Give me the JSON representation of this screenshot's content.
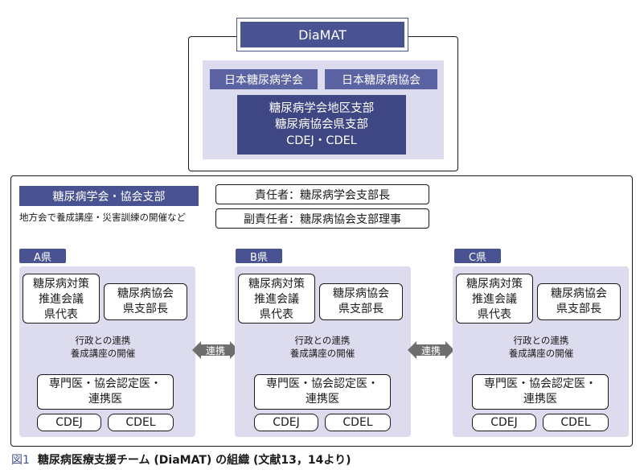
{
  "top": {
    "title": "DiaMAT",
    "society": "日本糖尿病学会",
    "association": "日本糖尿病協会",
    "branch_lines": [
      "糖尿病学会地区支部",
      "糖尿病協会県支部",
      "CDEJ・CDEL"
    ]
  },
  "branch": {
    "header": "糖尿病学会・協会支部",
    "note": "地方会で養成講座・災害訓練の開催など",
    "leader": "責任者：糖尿病学会支部長",
    "vice_leader": "副責任者：糖尿病協会支部理事"
  },
  "prefectures": [
    {
      "tag": "A県",
      "council": [
        "糖尿病対策",
        "推進会議",
        "県代表"
      ],
      "assoc_head": [
        "糖尿病協会",
        "県支部長"
      ],
      "activity": [
        "行政との連携",
        "養成講座の開催"
      ],
      "specialists": [
        "専門医・協会認定医・",
        "連携医"
      ],
      "cdej": "CDEJ",
      "cdel": "CDEL"
    },
    {
      "tag": "B県",
      "council": [
        "糖尿病対策",
        "推進会議",
        "県代表"
      ],
      "assoc_head": [
        "糖尿病協会",
        "県支部長"
      ],
      "activity": [
        "行政との連携",
        "養成講座の開催"
      ],
      "specialists": [
        "専門医・協会認定医・",
        "連携医"
      ],
      "cdej": "CDEJ",
      "cdel": "CDEL"
    },
    {
      "tag": "C県",
      "council": [
        "糖尿病対策",
        "推進会議",
        "県代表"
      ],
      "assoc_head": [
        "糖尿病協会",
        "県支部長"
      ],
      "activity": [
        "行政との連携",
        "養成講座の開催"
      ],
      "specialists": [
        "専門医・協会認定医・",
        "連携医"
      ],
      "cdej": "CDEJ",
      "cdel": "CDEL"
    }
  ],
  "link_label": "連携",
  "caption": {
    "number": "図1",
    "text": "糖尿病医療支援チーム (DiaMAT) の組織 (文献13，14より)"
  },
  "colors": {
    "navy": "#4a5391",
    "lavender": "#dcdcee",
    "connector": "#4a5391",
    "link_arrow": "#6e6e6e"
  }
}
